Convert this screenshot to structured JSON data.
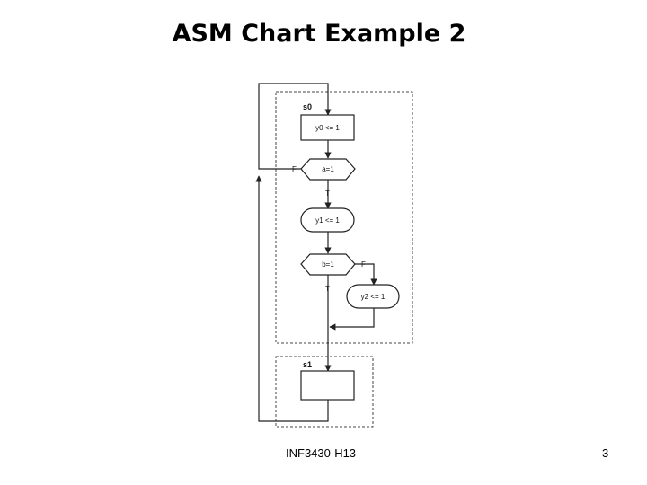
{
  "slide": {
    "title": "ASM Chart Example 2",
    "footer_left": "INF3430-H13",
    "page_number": "3"
  },
  "asm": {
    "states": [
      {
        "name": "s0",
        "action": "y0 <= 1"
      },
      {
        "name": "s1",
        "action": ""
      }
    ],
    "decisions": [
      {
        "condition": "a=1",
        "false_label": "F",
        "true_label": "T"
      },
      {
        "condition": "b=1",
        "false_label": "F",
        "true_label": "T"
      }
    ],
    "conditional_outputs": [
      {
        "action": "y1 <= 1"
      },
      {
        "action": "y2 <= 1"
      }
    ]
  },
  "colors": {
    "line": "#222222",
    "dashed_border": "#444444",
    "background": "#ffffff"
  }
}
